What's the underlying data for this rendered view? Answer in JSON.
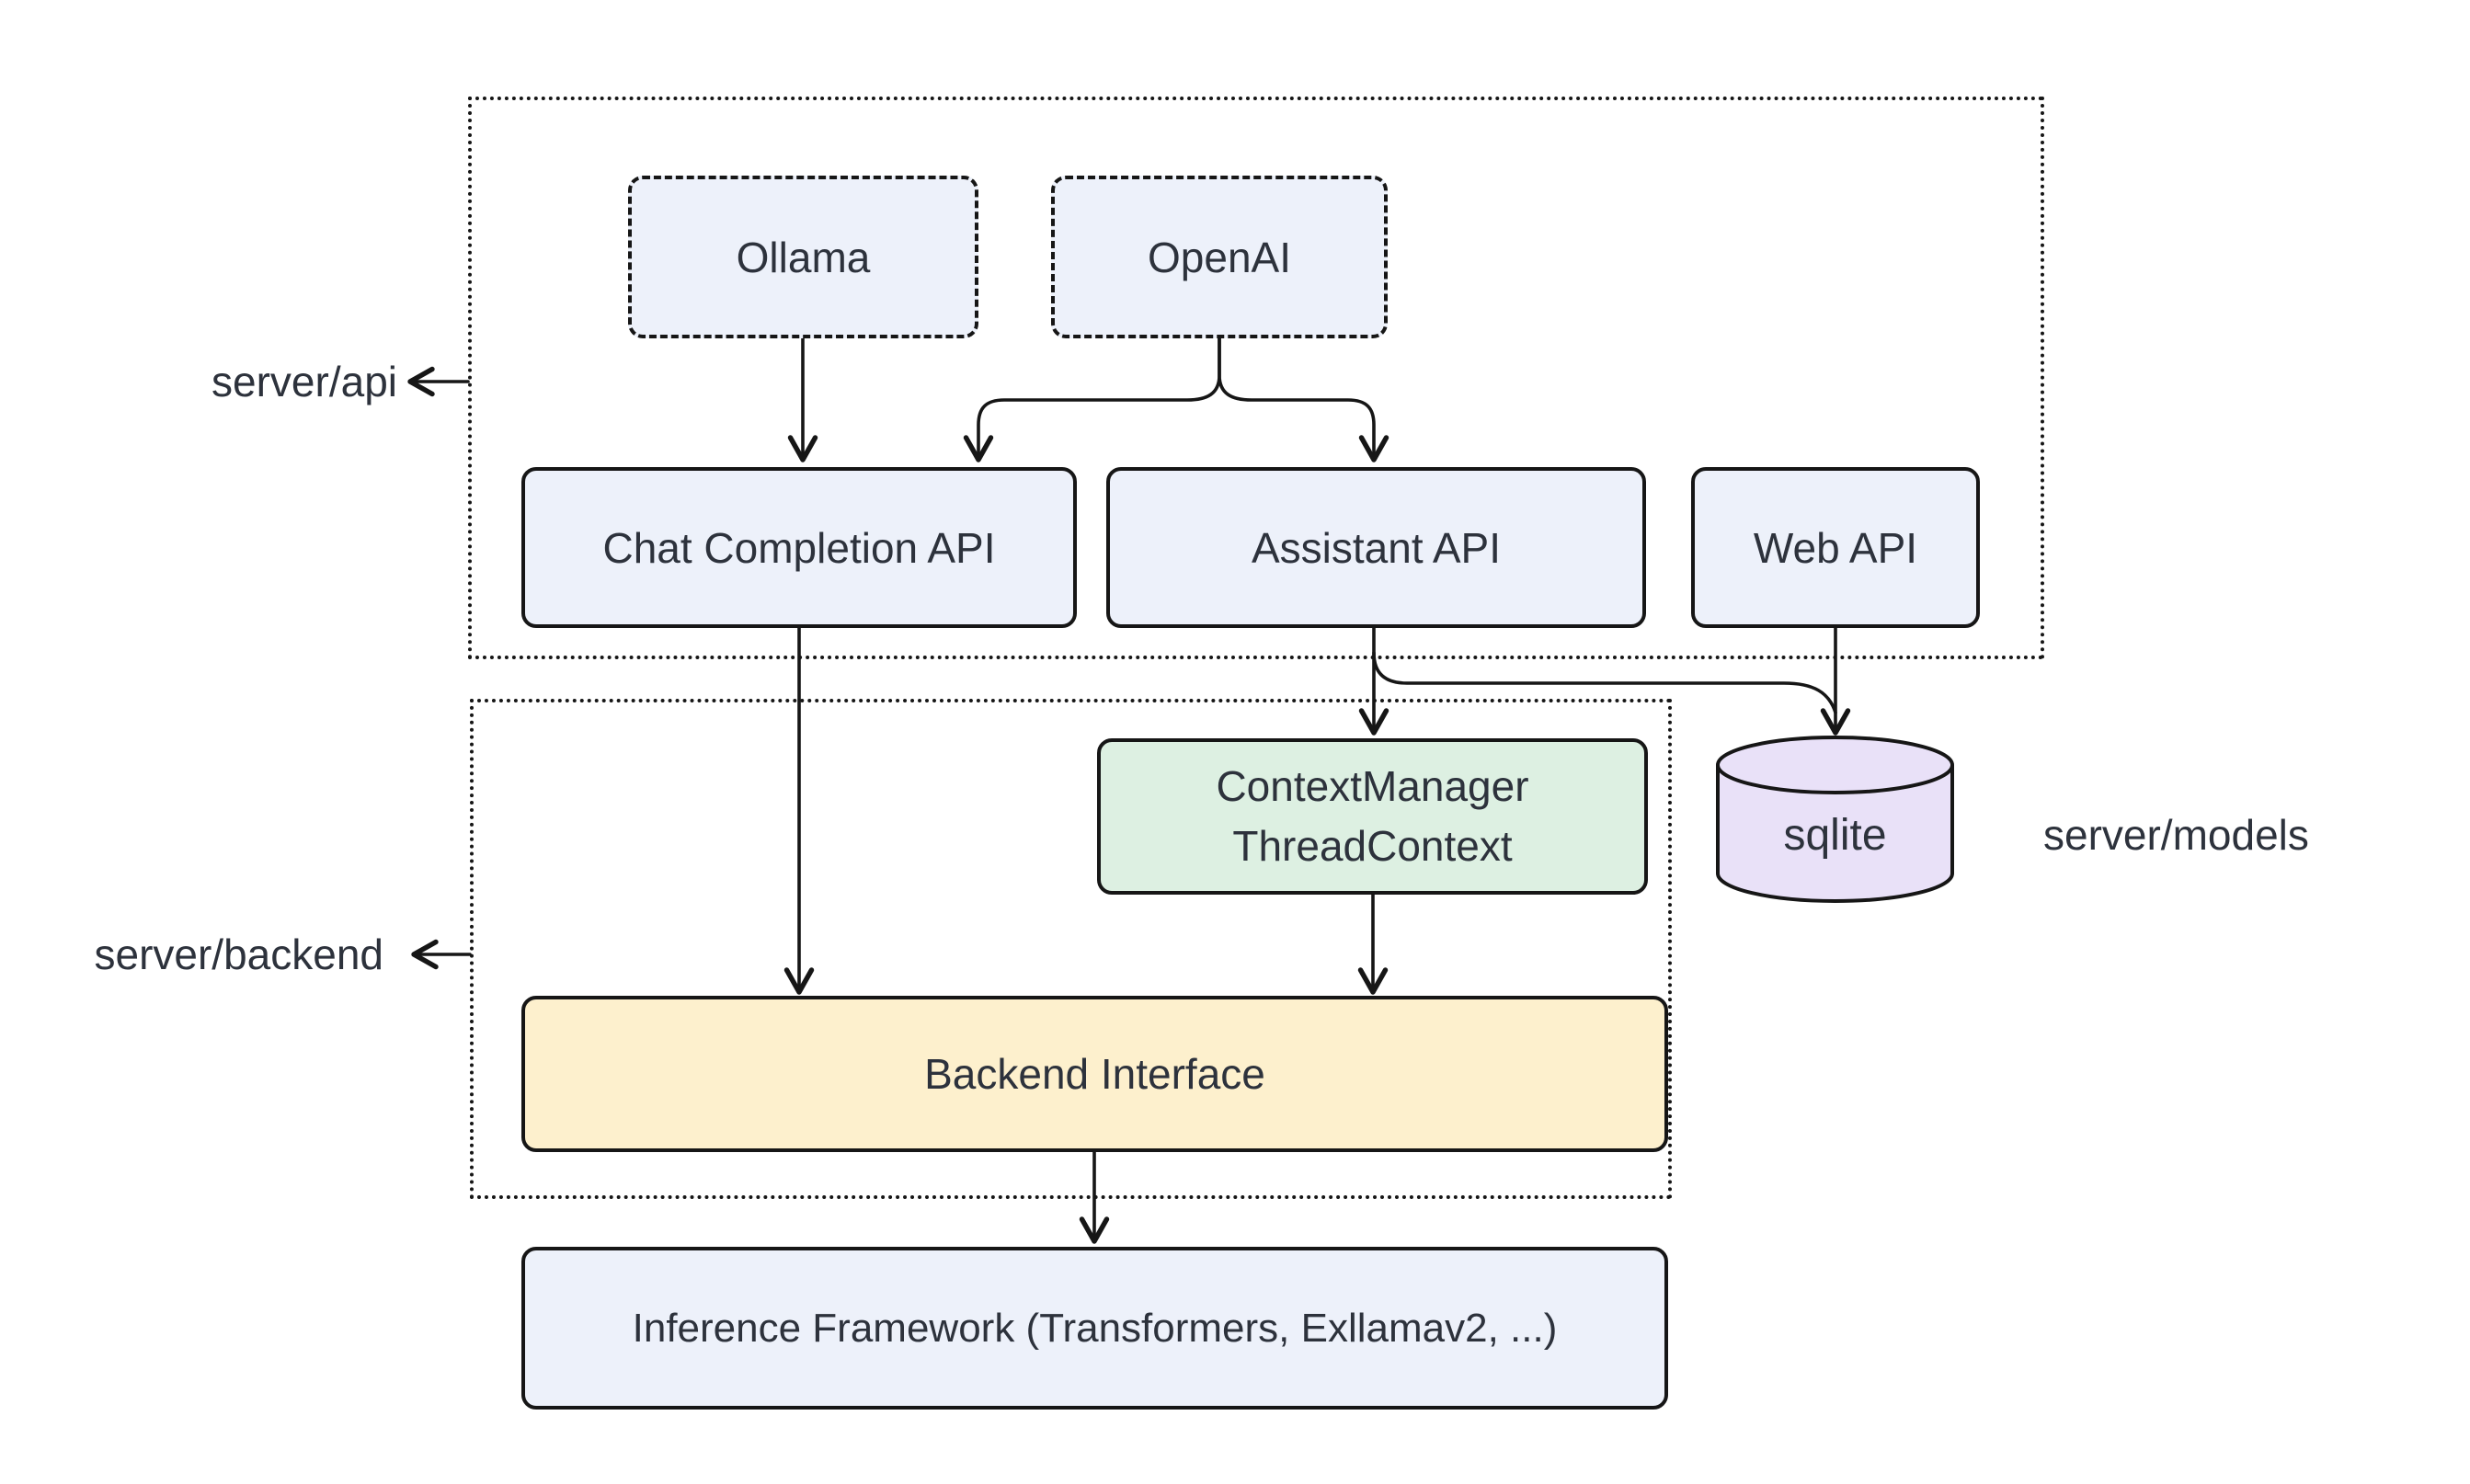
{
  "diagram": {
    "background_color": "#ffffff",
    "stroke_color": "#161616",
    "text_color": "#2d323c",
    "groups": {
      "api": {
        "label": "server/api"
      },
      "backend": {
        "label": "server/backend"
      },
      "models": {
        "label": "server/models"
      }
    },
    "nodes": {
      "ollama": {
        "label": "Ollama",
        "fill": "#edf1fa",
        "border": "dashed"
      },
      "openai": {
        "label": "OpenAI",
        "fill": "#edf1fa",
        "border": "dashed"
      },
      "chat_completion_api": {
        "label": "Chat Completion API",
        "fill": "#edf1fa",
        "border": "solid"
      },
      "assistant_api": {
        "label": "Assistant API",
        "fill": "#edf1fa",
        "border": "solid"
      },
      "web_api": {
        "label": "Web API",
        "fill": "#edf1fa",
        "border": "solid"
      },
      "context_manager": {
        "lines": [
          "ContextManager",
          "ThreadContext"
        ],
        "fill": "#ddf0e2",
        "border": "solid"
      },
      "sqlite": {
        "label": "sqlite",
        "fill": "#e9e1f8",
        "shape": "cylinder"
      },
      "backend_interface": {
        "label": "Backend Interface",
        "fill": "#fdf0cd",
        "border": "solid"
      },
      "inference_framework": {
        "label": "Inference Framework (Transformers, Exllamav2, ...)",
        "fill": "#edf1fa",
        "border": "solid"
      }
    }
  }
}
